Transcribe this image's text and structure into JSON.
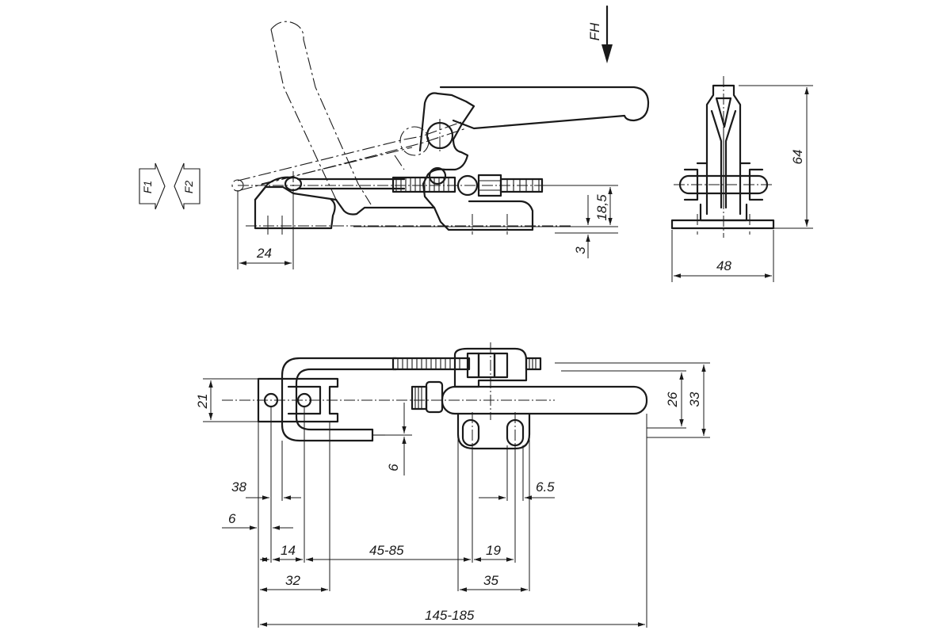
{
  "force_labels": {
    "fh": "FH",
    "f1": "F1",
    "f2": "F2"
  },
  "side_view": {
    "dim_24": "24",
    "dim_18_5": "18,5",
    "dim_3": "3"
  },
  "end_view": {
    "dim_64": "64",
    "dim_48": "48"
  },
  "top_view": {
    "dim_21": "21",
    "dim_26": "26",
    "dim_33": "33",
    "dim_6_vertical": "6",
    "dim_38": "38",
    "dim_6_horizontal": "6",
    "dim_6_5": "6.5",
    "dim_14": "14",
    "dim_45_85": "45-85",
    "dim_19": "19",
    "dim_32": "32",
    "dim_35": "35",
    "dim_145_185": "145-185"
  }
}
